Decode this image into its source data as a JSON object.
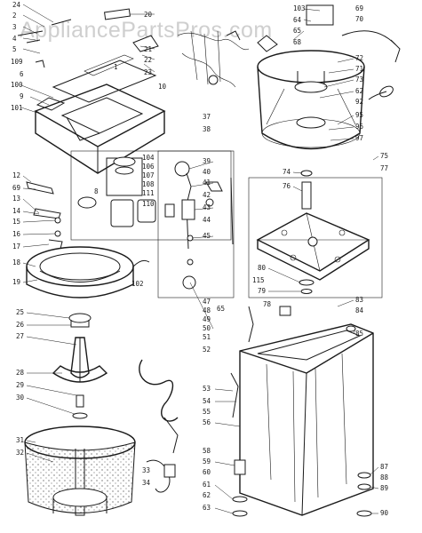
{
  "watermark": "AppliancePartsPros.com",
  "callouts": {
    "washer_top": [
      "24",
      "2",
      "3",
      "4",
      "5",
      "109",
      "6",
      "100",
      "9",
      "101",
      "20",
      "21",
      "22",
      "23",
      "1",
      "10"
    ],
    "controls": [
      "103",
      "64",
      "65",
      "69",
      "70",
      "68",
      "72",
      "71",
      "73",
      "62",
      "92",
      "95",
      "96",
      "97"
    ],
    "motor_group": [
      "12",
      "69",
      "13",
      "14",
      "15",
      "16",
      "17",
      "18",
      "19",
      "102",
      "104",
      "106",
      "107",
      "108",
      "111",
      "110",
      "8",
      "39",
      "40",
      "41",
      "42",
      "43",
      "44",
      "45",
      "47",
      "48",
      "49",
      "50",
      "51",
      "52",
      "65",
      "37",
      "38"
    ],
    "transmission": [
      "74",
      "75",
      "76",
      "77",
      "80",
      "115",
      "79",
      "83",
      "84",
      "85",
      "78"
    ],
    "agitator": [
      "25",
      "26",
      "27",
      "28",
      "29",
      "30",
      "31",
      "32"
    ],
    "cabinet": [
      "53",
      "54",
      "55",
      "56",
      "58",
      "59",
      "60",
      "61",
      "62",
      "63",
      "87",
      "88",
      "89",
      "90",
      "33",
      "34"
    ]
  }
}
